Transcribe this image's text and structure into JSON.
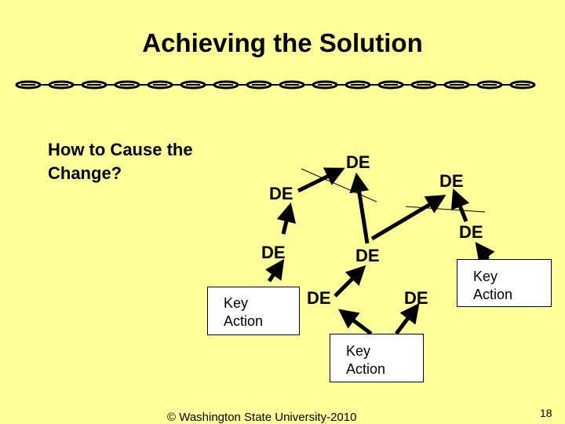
{
  "slide": {
    "title": "Achieving the Solution",
    "question": "How to Cause the Change?",
    "question_lines": [
      "How to Cause the",
      "Change?"
    ],
    "background_color": "#FFFF99",
    "footer": "© Washington State University-2010",
    "page_number": "18"
  },
  "diagram": {
    "decision_events": [
      {
        "id": "de1",
        "label": "DE"
      },
      {
        "id": "de2",
        "label": "DE"
      },
      {
        "id": "de3",
        "label": "DE"
      },
      {
        "id": "de4",
        "label": "DE"
      },
      {
        "id": "de5",
        "label": "DE"
      },
      {
        "id": "de6",
        "label": "DE"
      },
      {
        "id": "de7",
        "label": "DE"
      },
      {
        "id": "de8",
        "label": "DE"
      },
      {
        "id": "de9",
        "label": "DE"
      }
    ],
    "key_actions": [
      {
        "id": "ka-left",
        "line1": "Key",
        "line2": "Action"
      },
      {
        "id": "ka-bottom",
        "line1": "Key",
        "line2": "Action"
      },
      {
        "id": "ka-right",
        "line1": "Key",
        "line2": "Action"
      }
    ]
  }
}
